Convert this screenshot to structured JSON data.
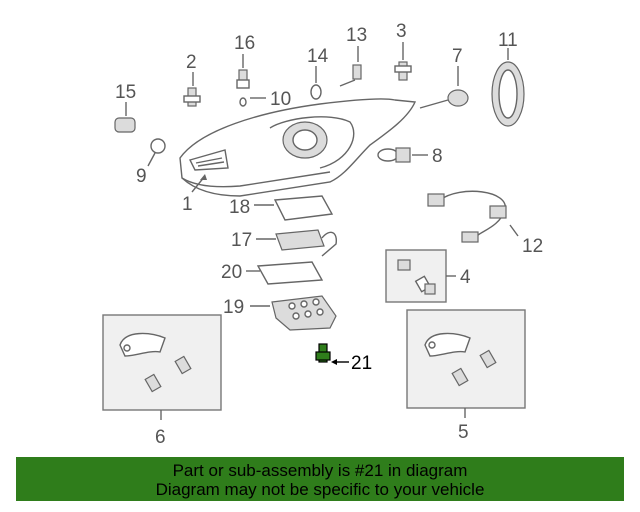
{
  "diagram": {
    "callouts": [
      {
        "id": "1",
        "text": "1"
      },
      {
        "id": "2",
        "text": "2"
      },
      {
        "id": "3",
        "text": "3"
      },
      {
        "id": "4",
        "text": "4"
      },
      {
        "id": "5",
        "text": "5"
      },
      {
        "id": "6",
        "text": "6"
      },
      {
        "id": "7",
        "text": "7"
      },
      {
        "id": "8",
        "text": "8"
      },
      {
        "id": "9",
        "text": "9"
      },
      {
        "id": "10",
        "text": "10"
      },
      {
        "id": "11",
        "text": "11"
      },
      {
        "id": "12",
        "text": "12"
      },
      {
        "id": "13",
        "text": "13"
      },
      {
        "id": "14",
        "text": "14"
      },
      {
        "id": "15",
        "text": "15"
      },
      {
        "id": "16",
        "text": "16"
      },
      {
        "id": "17",
        "text": "17"
      },
      {
        "id": "18",
        "text": "18"
      },
      {
        "id": "19",
        "text": "19"
      },
      {
        "id": "20",
        "text": "20"
      },
      {
        "id": "21",
        "text": "21"
      }
    ],
    "highlighted_part": "21",
    "highlight_color": "#2f7d1b"
  },
  "banner": {
    "line1": "Part or sub-assembly is #21 in diagram",
    "line2": "Diagram may not be specific to your vehicle",
    "background": "#2f7d1b"
  }
}
